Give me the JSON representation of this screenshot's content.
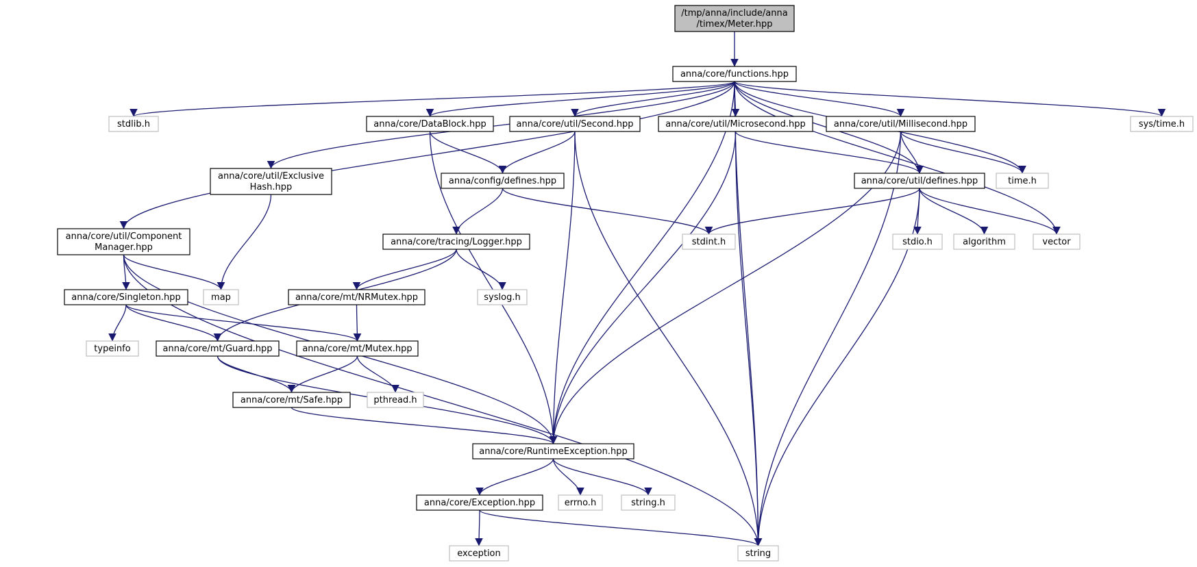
{
  "colors": {
    "edge": "#191970",
    "root_fill": "#bfbfbf",
    "doc_border": "#000000",
    "sys_border": "#bfbfbf",
    "background": "#ffffff"
  },
  "nodes": [
    {
      "id": "meter",
      "kind": "root",
      "lines": [
        "/tmp/anna/include/anna",
        "/timex/Meter.hpp"
      ]
    },
    {
      "id": "functions",
      "kind": "doc",
      "lines": [
        "anna/core/functions.hpp"
      ]
    },
    {
      "id": "stdlib",
      "kind": "sys",
      "lines": [
        "stdlib.h"
      ]
    },
    {
      "id": "datablock",
      "kind": "doc",
      "lines": [
        "anna/core/DataBlock.hpp"
      ]
    },
    {
      "id": "second",
      "kind": "doc",
      "lines": [
        "anna/core/util/Second.hpp"
      ]
    },
    {
      "id": "microsecond",
      "kind": "doc",
      "lines": [
        "anna/core/util/Microsecond.hpp"
      ]
    },
    {
      "id": "millisecond",
      "kind": "doc",
      "lines": [
        "anna/core/util/Millisecond.hpp"
      ]
    },
    {
      "id": "systime",
      "kind": "sys",
      "lines": [
        "sys/time.h"
      ]
    },
    {
      "id": "exclusivehash",
      "kind": "doc",
      "lines": [
        "anna/core/util/Exclusive",
        "Hash.hpp"
      ]
    },
    {
      "id": "configdefines",
      "kind": "doc",
      "lines": [
        "anna/config/defines.hpp"
      ]
    },
    {
      "id": "utildefines",
      "kind": "doc",
      "lines": [
        "anna/core/util/defines.hpp"
      ]
    },
    {
      "id": "timeh",
      "kind": "sys",
      "lines": [
        "time.h"
      ]
    },
    {
      "id": "componentmanager",
      "kind": "doc",
      "lines": [
        "anna/core/util/Component",
        "Manager.hpp"
      ]
    },
    {
      "id": "logger",
      "kind": "doc",
      "lines": [
        "anna/core/tracing/Logger.hpp"
      ]
    },
    {
      "id": "stdint",
      "kind": "sys",
      "lines": [
        "stdint.h"
      ]
    },
    {
      "id": "stdio",
      "kind": "sys",
      "lines": [
        "stdio.h"
      ]
    },
    {
      "id": "algorithm",
      "kind": "sys",
      "lines": [
        "algorithm"
      ]
    },
    {
      "id": "vector",
      "kind": "sys",
      "lines": [
        "vector"
      ]
    },
    {
      "id": "singleton",
      "kind": "doc",
      "lines": [
        "anna/core/Singleton.hpp"
      ]
    },
    {
      "id": "map",
      "kind": "sys",
      "lines": [
        "map"
      ]
    },
    {
      "id": "nrmutex",
      "kind": "doc",
      "lines": [
        "anna/core/mt/NRMutex.hpp"
      ]
    },
    {
      "id": "syslog",
      "kind": "sys",
      "lines": [
        "syslog.h"
      ]
    },
    {
      "id": "typeinfo",
      "kind": "sys",
      "lines": [
        "typeinfo"
      ]
    },
    {
      "id": "guard",
      "kind": "doc",
      "lines": [
        "anna/core/mt/Guard.hpp"
      ]
    },
    {
      "id": "mutex",
      "kind": "doc",
      "lines": [
        "anna/core/mt/Mutex.hpp"
      ]
    },
    {
      "id": "safe",
      "kind": "doc",
      "lines": [
        "anna/core/mt/Safe.hpp"
      ]
    },
    {
      "id": "pthread",
      "kind": "sys",
      "lines": [
        "pthread.h"
      ]
    },
    {
      "id": "runtimeexception",
      "kind": "doc",
      "lines": [
        "anna/core/RuntimeException.hpp"
      ]
    },
    {
      "id": "exceptionhpp",
      "kind": "doc",
      "lines": [
        "anna/core/Exception.hpp"
      ]
    },
    {
      "id": "errno",
      "kind": "sys",
      "lines": [
        "errno.h"
      ]
    },
    {
      "id": "stringh",
      "kind": "sys",
      "lines": [
        "string.h"
      ]
    },
    {
      "id": "exception",
      "kind": "sys",
      "lines": [
        "exception"
      ]
    },
    {
      "id": "string",
      "kind": "sys",
      "lines": [
        "string"
      ]
    }
  ],
  "edges": [
    [
      "meter",
      "functions"
    ],
    [
      "functions",
      "stdlib"
    ],
    [
      "functions",
      "datablock"
    ],
    [
      "functions",
      "second"
    ],
    [
      "functions",
      "microsecond"
    ],
    [
      "functions",
      "millisecond"
    ],
    [
      "functions",
      "systime"
    ],
    [
      "functions",
      "exclusivehash"
    ],
    [
      "functions",
      "componentmanager"
    ],
    [
      "functions",
      "runtimeexception"
    ],
    [
      "functions",
      "utildefines"
    ],
    [
      "functions",
      "timeh"
    ],
    [
      "functions",
      "vector"
    ],
    [
      "functions",
      "string"
    ],
    [
      "datablock",
      "configdefines"
    ],
    [
      "datablock",
      "runtimeexception"
    ],
    [
      "second",
      "configdefines"
    ],
    [
      "second",
      "runtimeexception"
    ],
    [
      "second",
      "string"
    ],
    [
      "microsecond",
      "utildefines"
    ],
    [
      "microsecond",
      "runtimeexception"
    ],
    [
      "microsecond",
      "string"
    ],
    [
      "millisecond",
      "utildefines"
    ],
    [
      "millisecond",
      "timeh"
    ],
    [
      "millisecond",
      "runtimeexception"
    ],
    [
      "millisecond",
      "string"
    ],
    [
      "exclusivehash",
      "map"
    ],
    [
      "configdefines",
      "logger"
    ],
    [
      "configdefines",
      "stdint"
    ],
    [
      "utildefines",
      "stdint"
    ],
    [
      "utildefines",
      "stdio"
    ],
    [
      "utildefines",
      "algorithm"
    ],
    [
      "utildefines",
      "vector"
    ],
    [
      "utildefines",
      "string"
    ],
    [
      "componentmanager",
      "singleton"
    ],
    [
      "componentmanager",
      "map"
    ],
    [
      "componentmanager",
      "runtimeexception"
    ],
    [
      "componentmanager",
      "string"
    ],
    [
      "logger",
      "nrmutex"
    ],
    [
      "logger",
      "syslog"
    ],
    [
      "logger",
      "guard"
    ],
    [
      "singleton",
      "typeinfo"
    ],
    [
      "singleton",
      "guard"
    ],
    [
      "singleton",
      "mutex"
    ],
    [
      "nrmutex",
      "mutex"
    ],
    [
      "guard",
      "safe"
    ],
    [
      "guard",
      "runtimeexception"
    ],
    [
      "mutex",
      "safe"
    ],
    [
      "mutex",
      "pthread"
    ],
    [
      "safe",
      "runtimeexception"
    ],
    [
      "runtimeexception",
      "exceptionhpp"
    ],
    [
      "runtimeexception",
      "errno"
    ],
    [
      "runtimeexception",
      "stringh"
    ],
    [
      "exceptionhpp",
      "exception"
    ],
    [
      "exceptionhpp",
      "string"
    ]
  ]
}
